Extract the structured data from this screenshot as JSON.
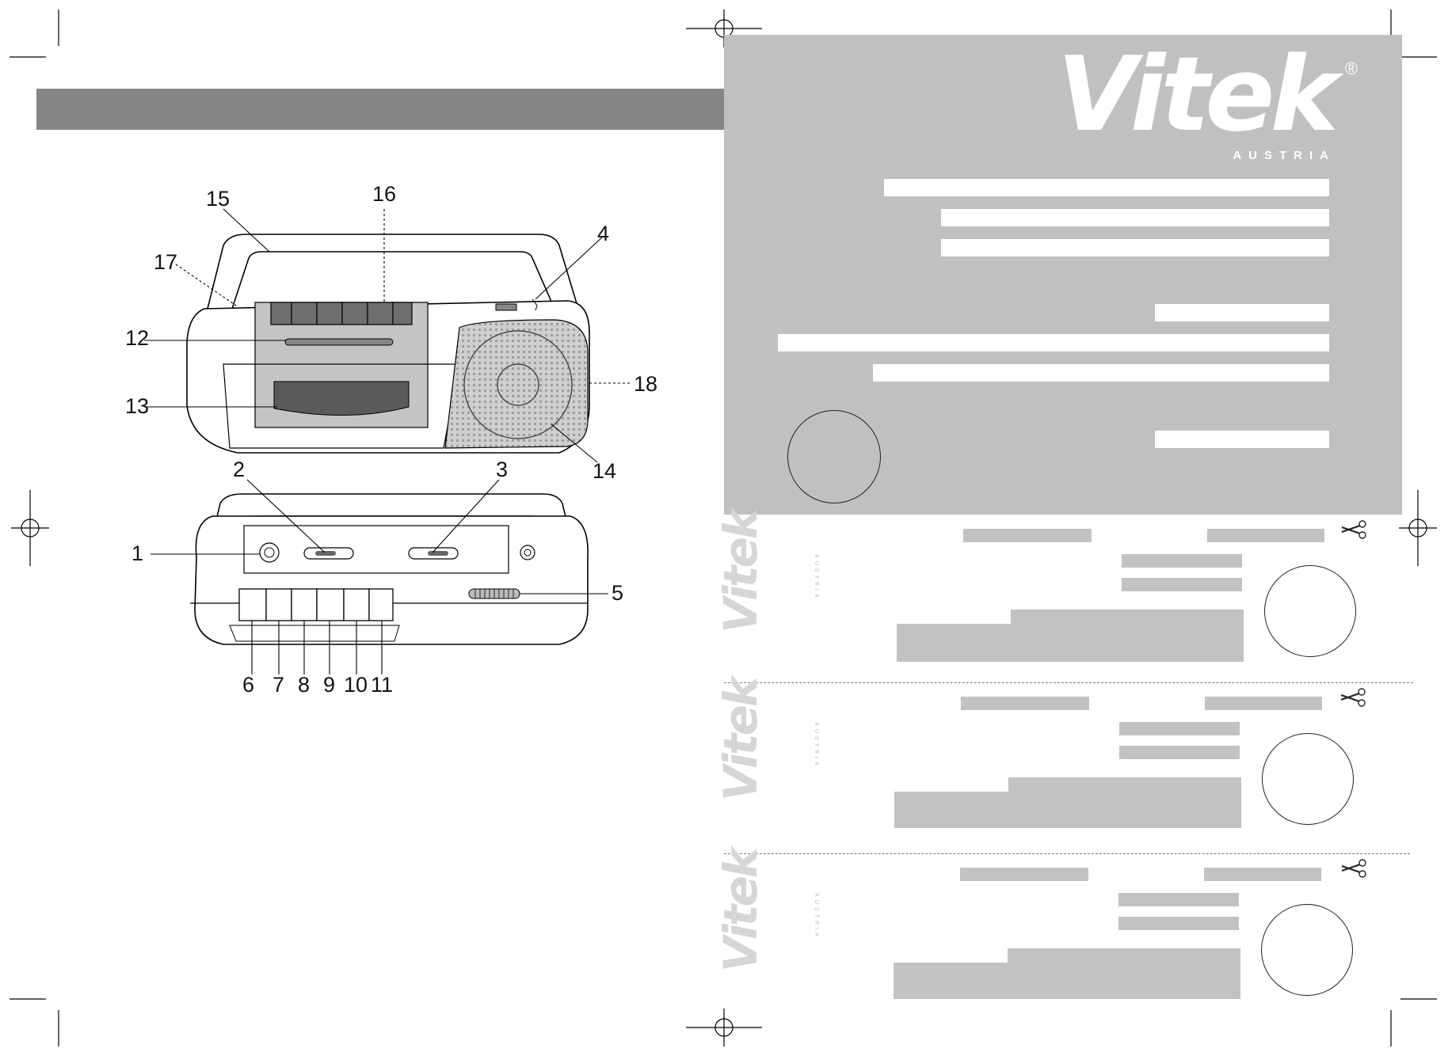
{
  "brand": {
    "logo_text": "Vitek",
    "registered_mark": "®",
    "subtitle": "AUSTRIA"
  },
  "diagram": {
    "callouts": {
      "c1": "1",
      "c2": "2",
      "c3": "3",
      "c4": "4",
      "c5": "5",
      "c6": "6",
      "c7": "7",
      "c8": "8",
      "c9": "9",
      "c10": "10",
      "c11": "11",
      "c12": "12",
      "c13": "13",
      "c14": "14",
      "c15": "15",
      "c16": "16",
      "c17": "17",
      "c18": "18"
    }
  },
  "icons": {
    "scissors": "scissors-icon",
    "crop_mark": "registration-mark-icon"
  },
  "colors": {
    "header_bar": "#868686",
    "card_bg": "#c0c0c0",
    "coupon_bar": "#c2c2c2"
  },
  "coupons": [
    {
      "logo_text": "Vitek",
      "subtitle": "AUSTRIA"
    },
    {
      "logo_text": "Vitek",
      "subtitle": "AUSTRIA"
    },
    {
      "logo_text": "Vitek",
      "subtitle": "AUSTRIA"
    }
  ]
}
